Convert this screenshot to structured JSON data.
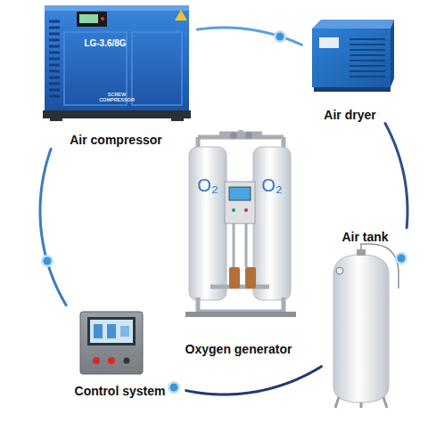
{
  "diagram": {
    "nodes": [
      {
        "text": [
          "Air compressor"
        ]
      },
      {
        "text": [
          "Air dryer"
        ]
      },
      {
        "text": [
          "Oxygen generator"
        ]
      },
      {
        "text": [
          "Air tank"
        ]
      },
      {
        "text": [
          "Control system"
        ]
      }
    ],
    "edges": [
      {
        "from": 0,
        "to": 1,
        "arrow": "none"
      },
      {
        "from": 1,
        "to": 3,
        "arrow": "none"
      },
      {
        "from": 3,
        "to": 4,
        "arrow": "none"
      },
      {
        "from": 4,
        "to": 0,
        "arrow": "none"
      }
    ],
    "labels": [
      "LG-3.6/8G",
      "SCREW COMPRESSOR",
      "O₂",
      "O₂"
    ]
  }
}
